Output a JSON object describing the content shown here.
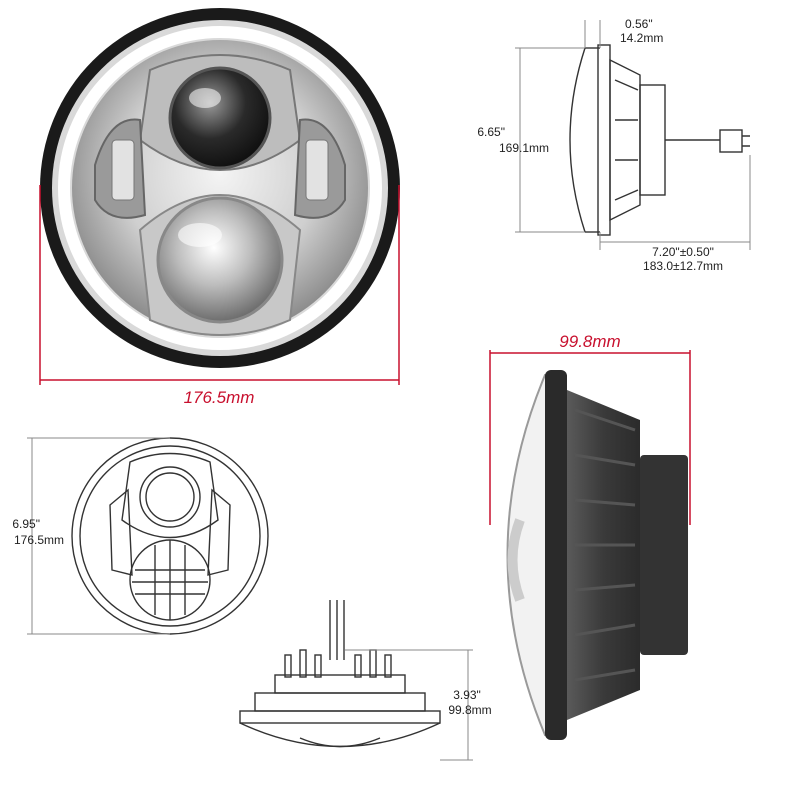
{
  "colors": {
    "accent_red": "#c8102e",
    "line_gray": "#888888",
    "chrome_light": "#e8e8e8",
    "chrome_dark": "#7a7a7a",
    "housing_dark": "#3a3a3a"
  },
  "views": {
    "front": {
      "width_label": "176.5mm"
    },
    "side_top": {
      "depth_in": "0.56\"",
      "depth_mm": "14.2mm",
      "height_in": "6.65\"",
      "height_mm": "169.1mm",
      "length_in": "7.20\"±0.50\"",
      "length_mm": "183.0±12.7mm"
    },
    "side_large": {
      "depth_label": "99.8mm"
    },
    "front_line": {
      "height_in": "6.95\"",
      "height_mm": "176.5mm"
    },
    "bottom_line": {
      "height_in": "3.93\"",
      "height_mm": "99.8mm"
    }
  }
}
